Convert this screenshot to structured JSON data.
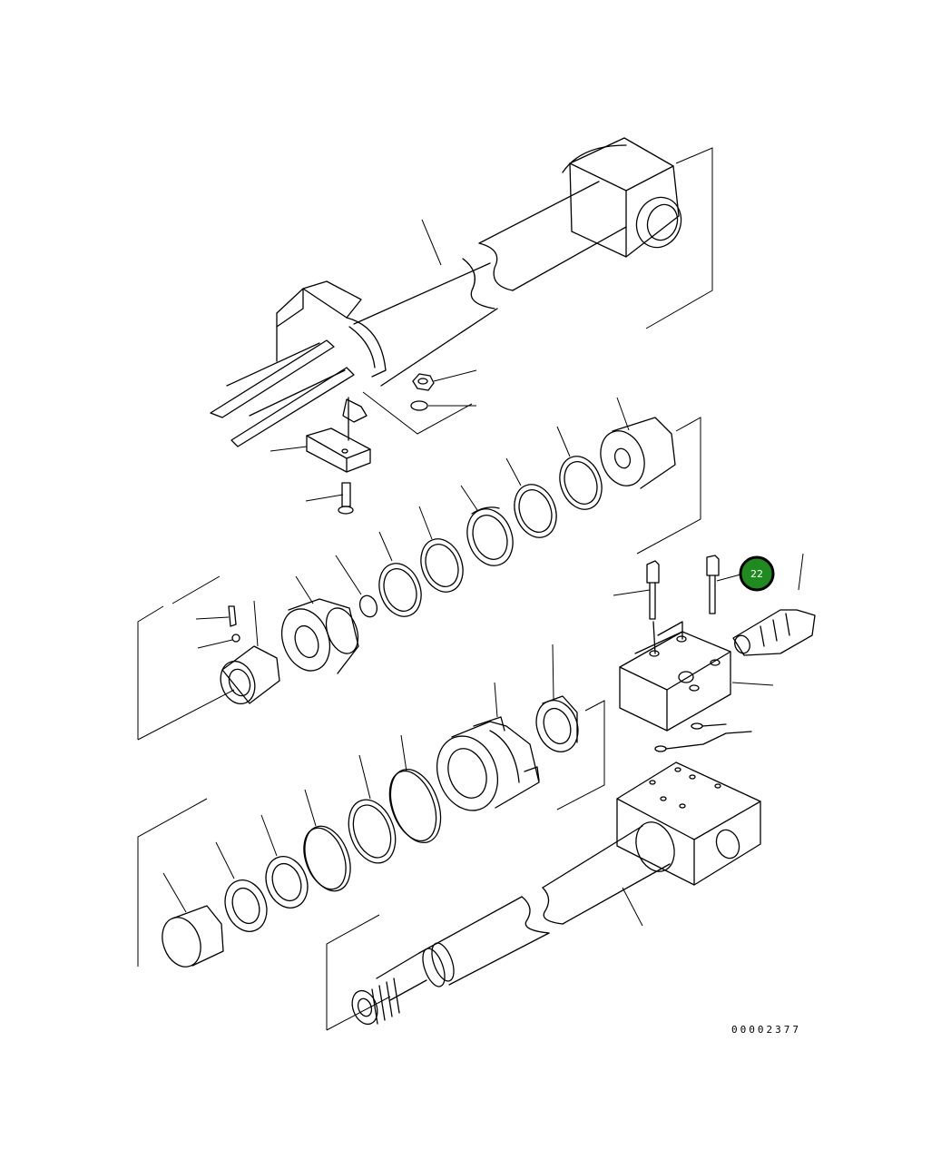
{
  "callouts": [
    {
      "id": "22",
      "label": "22",
      "color": "#1f8a1f"
    }
  ],
  "drawing_ref": "00002377"
}
